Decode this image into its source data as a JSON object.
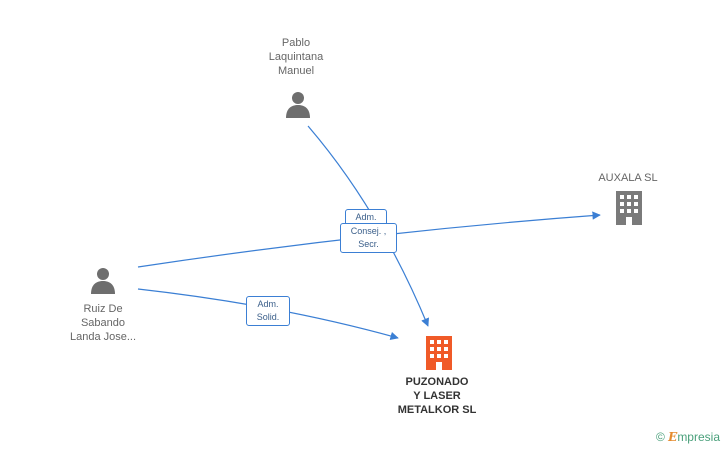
{
  "colors": {
    "edge": "#3b7fd4",
    "person_icon": "#6e6e6e",
    "company_icon": "#7a7a7a",
    "main_company_icon": "#f05a28",
    "brand_green": "#4aa07b",
    "brand_orange": "#e58b2e"
  },
  "nodes": {
    "pablo": {
      "label": "Pablo\nLaquintana\nManuel",
      "type": "person",
      "icon": "person-icon"
    },
    "ruiz": {
      "label": "Ruiz De\nSabando\nLanda Jose...",
      "type": "person",
      "icon": "person-icon"
    },
    "auxala": {
      "label": "AUXALA SL",
      "type": "company",
      "icon": "building-icon"
    },
    "puzonado": {
      "label": "PUZONADO\nY LASER\nMETALKOR SL",
      "type": "company-main",
      "icon": "building-icon"
    }
  },
  "relations": [
    {
      "from": "pablo",
      "to": "puzonado",
      "label": "Adm."
    },
    {
      "from": "ruiz",
      "to": "auxala",
      "label": "Consej. ,\nSecr."
    },
    {
      "from": "ruiz",
      "to": "puzonado",
      "label": "Adm.\nSolid."
    }
  ],
  "brand": {
    "copyright": "©",
    "name_initial": "E",
    "name_rest": "mpresia"
  }
}
